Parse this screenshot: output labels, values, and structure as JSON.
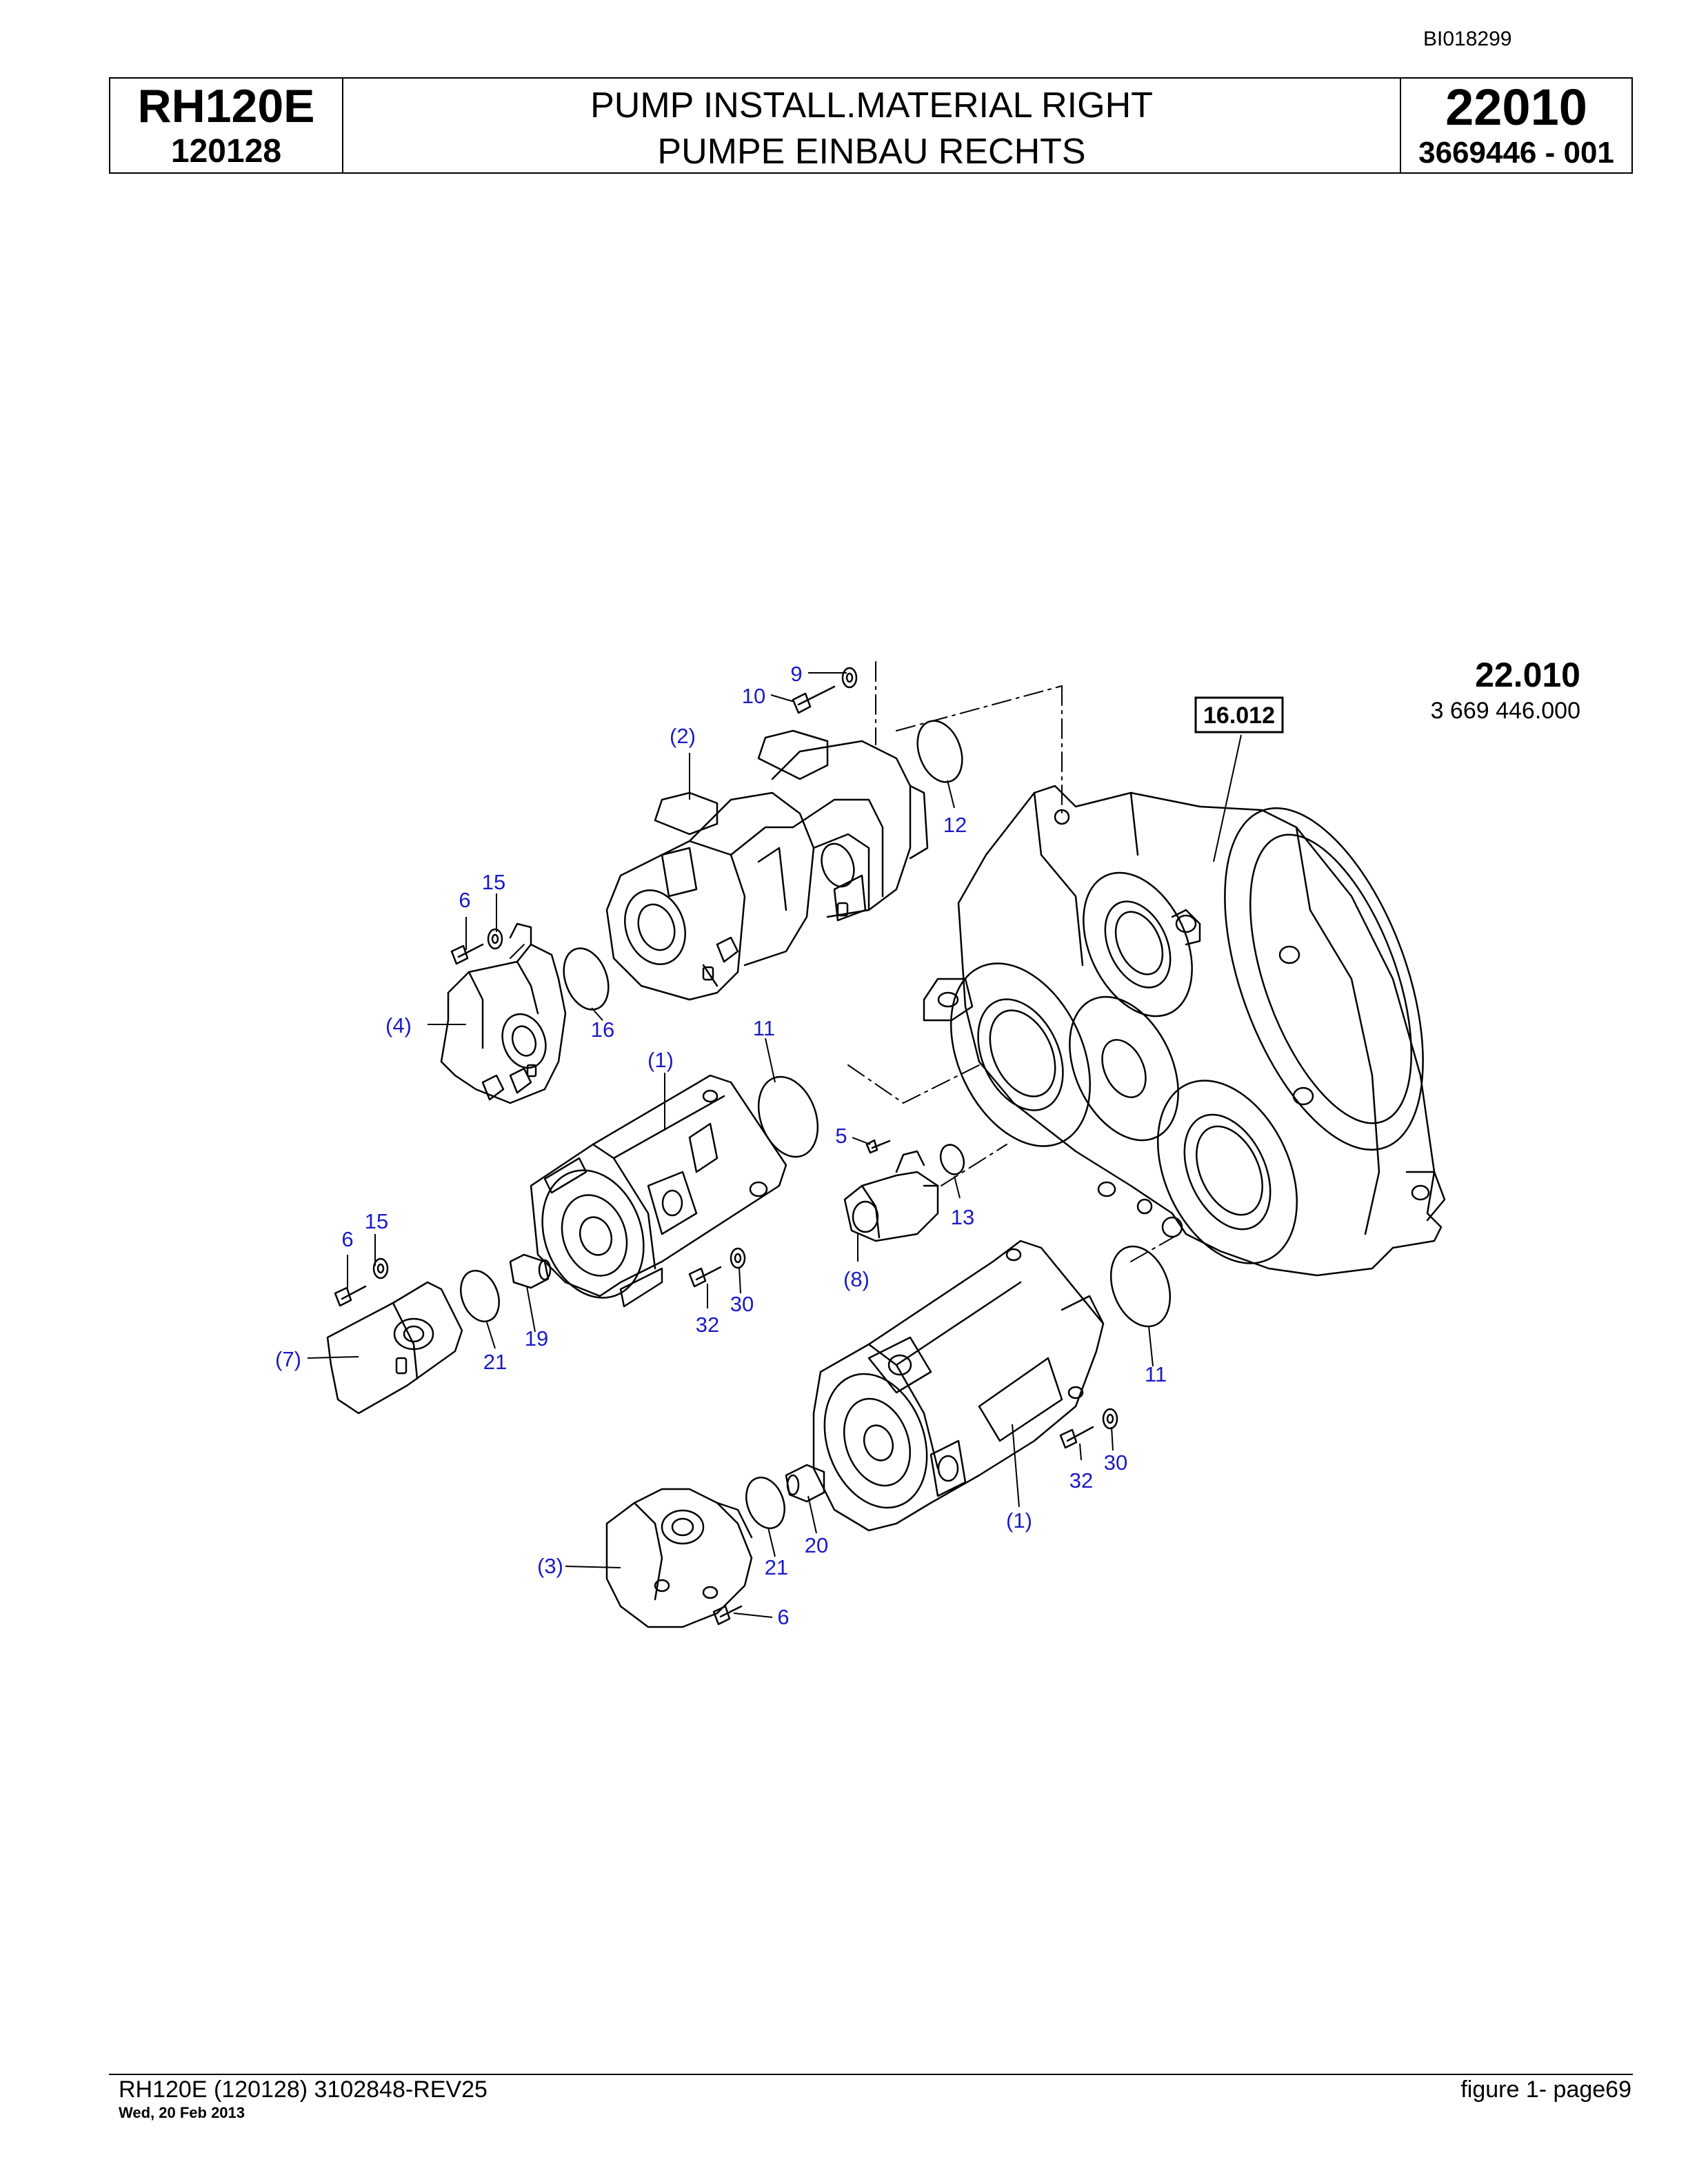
{
  "header": {
    "doc_id": "BI018299",
    "model": "RH120E",
    "serial": "120128",
    "title_en": "PUMP INSTALL.MATERIAL RIGHT",
    "title_de": "PUMPE EINBAU RECHTS",
    "group": "22010",
    "part_number": "3669446 - 001"
  },
  "diagram": {
    "assembly_no": "22.010",
    "assembly_part": "3 669 446.000",
    "ref_box": "16.012",
    "callouts": {
      "c9": "9",
      "c10": "10",
      "c2": "(2)",
      "c12": "12",
      "c15a": "15",
      "c6a": "6",
      "c4": "(4)",
      "c16": "16",
      "c11a": "11",
      "c1a": "(1)",
      "c5": "5",
      "c13": "13",
      "c8": "(8)",
      "c15b": "15",
      "c6b": "6",
      "c7": "(7)",
      "c21a": "21",
      "c19": "19",
      "c32a": "32",
      "c30a": "30",
      "c11b": "11",
      "c30b": "30",
      "c32b": "32",
      "c1b": "(1)",
      "c20": "20",
      "c21b": "21",
      "c3": "(3)",
      "c6c": "6"
    },
    "colors": {
      "callout": "#1a1ac8",
      "line": "#000000"
    }
  },
  "footer": {
    "doc_ref": "RH120E (120128) 3102848-REV25",
    "date": "Wed, 20 Feb 2013",
    "page": "figure 1- page69"
  }
}
